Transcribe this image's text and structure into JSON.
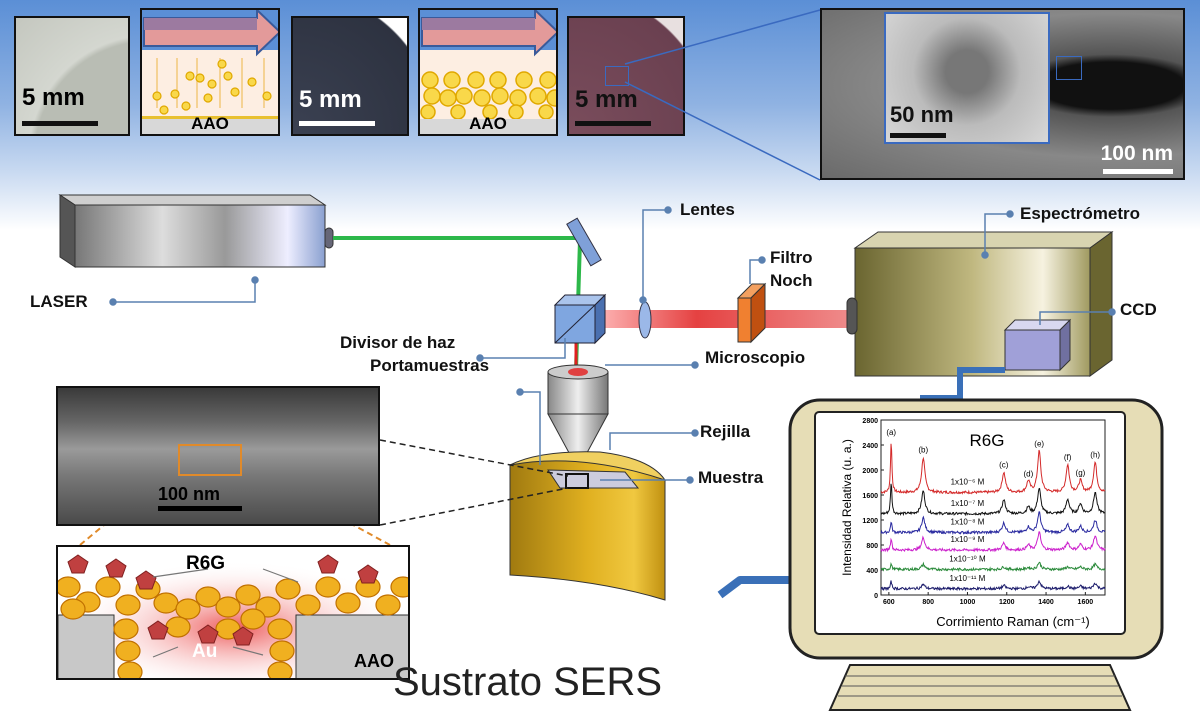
{
  "top_panels": {
    "scale_5mm": "5 mm",
    "aao": "AAO",
    "tem_inset_scale": "50 nm",
    "tem_scale": "100 nm"
  },
  "labels": {
    "laser": "LASER",
    "lentes": "Lentes",
    "espectrometro": "Espectrómetro",
    "filtro": "Filtro",
    "noch": "Noch",
    "ccd": "CCD",
    "divisor": "Divisor de haz",
    "portamuestras": "Portamuestras",
    "microscopio": "Microscopio",
    "rejilla": "Rejilla",
    "muestra": "Muestra"
  },
  "sem": {
    "scale": "100 nm"
  },
  "schematic": {
    "r6g": "R6G",
    "au": "Au",
    "aao": "AAO"
  },
  "title": "Sustrato SERS",
  "colors": {
    "laser_green": "#2db84a",
    "laser_red": "#e02020",
    "gold": "#f5c518",
    "sample_holder": "#c9a21a"
  },
  "chart_data": {
    "type": "line",
    "title": "R6G",
    "xlabel": "Corrimiento Raman (cm⁻¹)",
    "ylabel": "Intensidad Relativa (u. a.)",
    "xlim": [
      560,
      1700
    ],
    "ylim": [
      0,
      2800
    ],
    "xticks": [
      "600",
      "800",
      "1000",
      "1200",
      "1400",
      "1600"
    ],
    "yticks": [
      "0",
      "400",
      "800",
      "1200",
      "1600",
      "2000",
      "2400",
      "2800"
    ],
    "peaks": [
      {
        "label": "(a)",
        "x": 612
      },
      {
        "label": "(b)",
        "x": 775
      },
      {
        "label": "(c)",
        "x": 1185
      },
      {
        "label": "(d)",
        "x": 1310
      },
      {
        "label": "(e)",
        "x": 1365
      },
      {
        "label": "(f)",
        "x": 1510
      },
      {
        "label": "(g)",
        "x": 1575
      },
      {
        "label": "(h)",
        "x": 1650
      }
    ],
    "series": [
      {
        "name": "1x10⁻⁶ M",
        "color": "#d42a2a",
        "baseline": 1640,
        "peak_heights": [
          840,
          560,
          320,
          180,
          660,
          440,
          190,
          480
        ]
      },
      {
        "name": "1x10⁻⁷ M",
        "color": "#111111",
        "baseline": 1300,
        "peak_heights": [
          520,
          370,
          220,
          110,
          400,
          230,
          160,
          340
        ]
      },
      {
        "name": "1x10⁻⁸ M",
        "color": "#2a2aa0",
        "baseline": 1000,
        "peak_heights": [
          180,
          240,
          150,
          90,
          320,
          120,
          100,
          200
        ]
      },
      {
        "name": "1x10⁻⁹ M",
        "color": "#cc22cc",
        "baseline": 720,
        "peak_heights": [
          200,
          200,
          110,
          80,
          280,
          120,
          90,
          230
        ]
      },
      {
        "name": "1x10⁻¹⁰ M",
        "color": "#2a8a3a",
        "baseline": 410,
        "peak_heights": [
          90,
          80,
          40,
          30,
          110,
          40,
          40,
          80
        ]
      },
      {
        "name": "1x10⁻¹¹ M",
        "color": "#1a1a6a",
        "baseline": 100,
        "peak_heights": [
          120,
          70,
          50,
          30,
          120,
          40,
          40,
          90
        ]
      }
    ]
  }
}
